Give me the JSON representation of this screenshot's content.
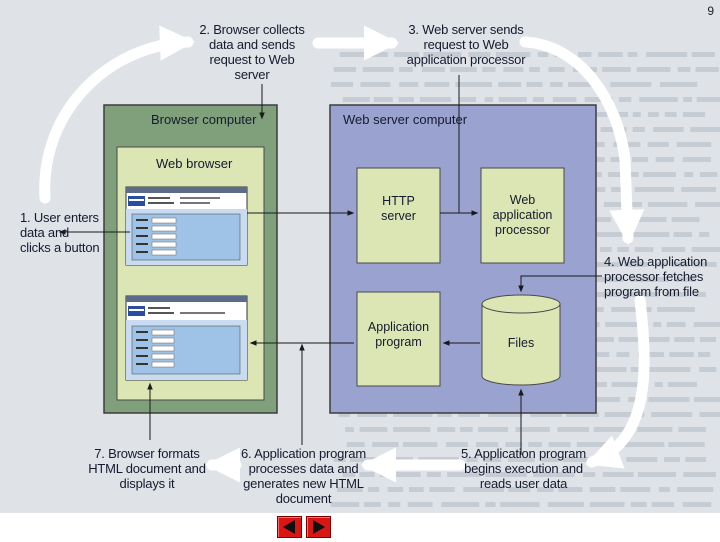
{
  "page_number": "9",
  "steps": {
    "s1": [
      "1. User enters",
      "data and",
      "clicks a button"
    ],
    "s2": [
      "2. Browser collects",
      "data and sends",
      "request to Web",
      "server"
    ],
    "s3": [
      "3. Web server sends",
      "request to Web",
      "application processor"
    ],
    "s4": [
      "4. Web application",
      "processor fetches",
      "program from file"
    ],
    "s5": [
      "5. Application program",
      "begins execution and",
      "reads user data"
    ],
    "s6": [
      "6. Application program",
      "processes data and",
      "generates new HTML",
      "document"
    ],
    "s7": [
      "7. Browser formats",
      "HTML document and",
      "displays it"
    ]
  },
  "boxes": {
    "browser_computer": "Browser computer",
    "web_server_computer": "Web server computer",
    "web_browser": "Web browser",
    "http_server": [
      "HTTP",
      "server"
    ],
    "web_app_processor": [
      "Web",
      "application",
      "processor"
    ],
    "application_program": [
      "Application",
      "program"
    ],
    "files": "Files"
  },
  "colors": {
    "browser_outer": "#7fa07a",
    "browser_inner": "#dbe6b4",
    "server_outer": "#9aa3cf",
    "component": "#dbe6b4",
    "arrow": "#ffffff",
    "nav": "#d81616"
  },
  "nav": {
    "prev_icon": "triangle-left-icon",
    "next_icon": "triangle-right-icon"
  }
}
